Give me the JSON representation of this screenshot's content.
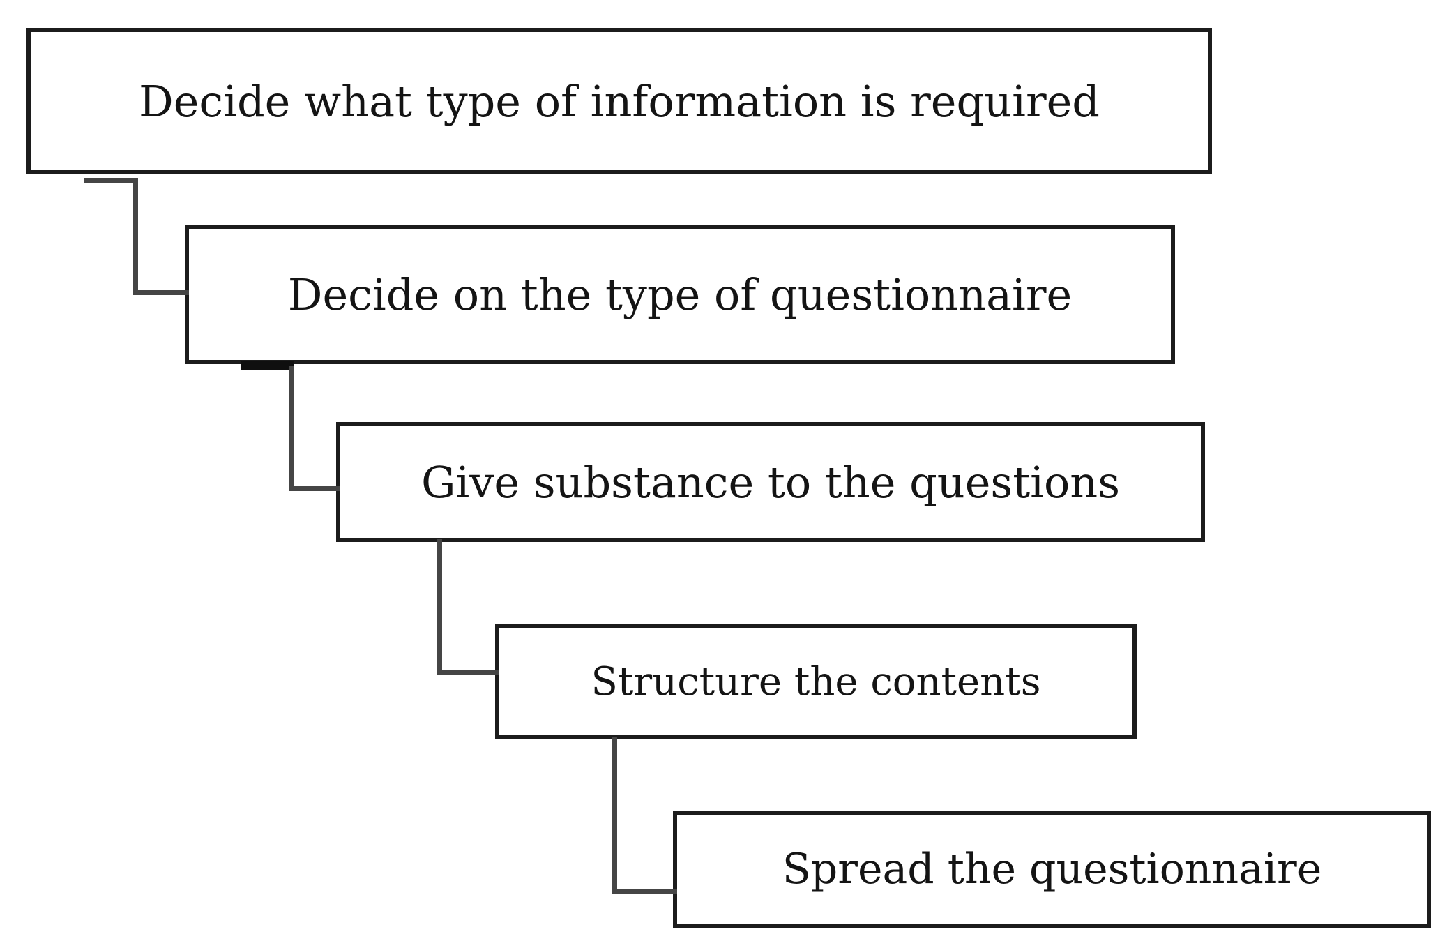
{
  "diagram": {
    "type": "staircase-flowchart",
    "steps": [
      {
        "id": 1,
        "label": "Decide what type of information is required"
      },
      {
        "id": 2,
        "label": "Decide on the type of questionnaire"
      },
      {
        "id": 3,
        "label": "Give substance to the questions"
      },
      {
        "id": 4,
        "label": "Structure the contents"
      },
      {
        "id": 5,
        "label": "Spread the questionnaire"
      }
    ],
    "connections": [
      {
        "from": 1,
        "to": 2,
        "style": "elbow"
      },
      {
        "from": 2,
        "to": 3,
        "style": "elbow"
      },
      {
        "from": 3,
        "to": 4,
        "style": "elbow"
      },
      {
        "from": 4,
        "to": 5,
        "style": "elbow"
      }
    ],
    "colors": {
      "background": "#ffffff",
      "box_fill": "#ffffff",
      "box_border": "#1c1c1c",
      "connector": "#454545",
      "connector_stub": "#0f0f0f",
      "text": "#141414"
    }
  }
}
